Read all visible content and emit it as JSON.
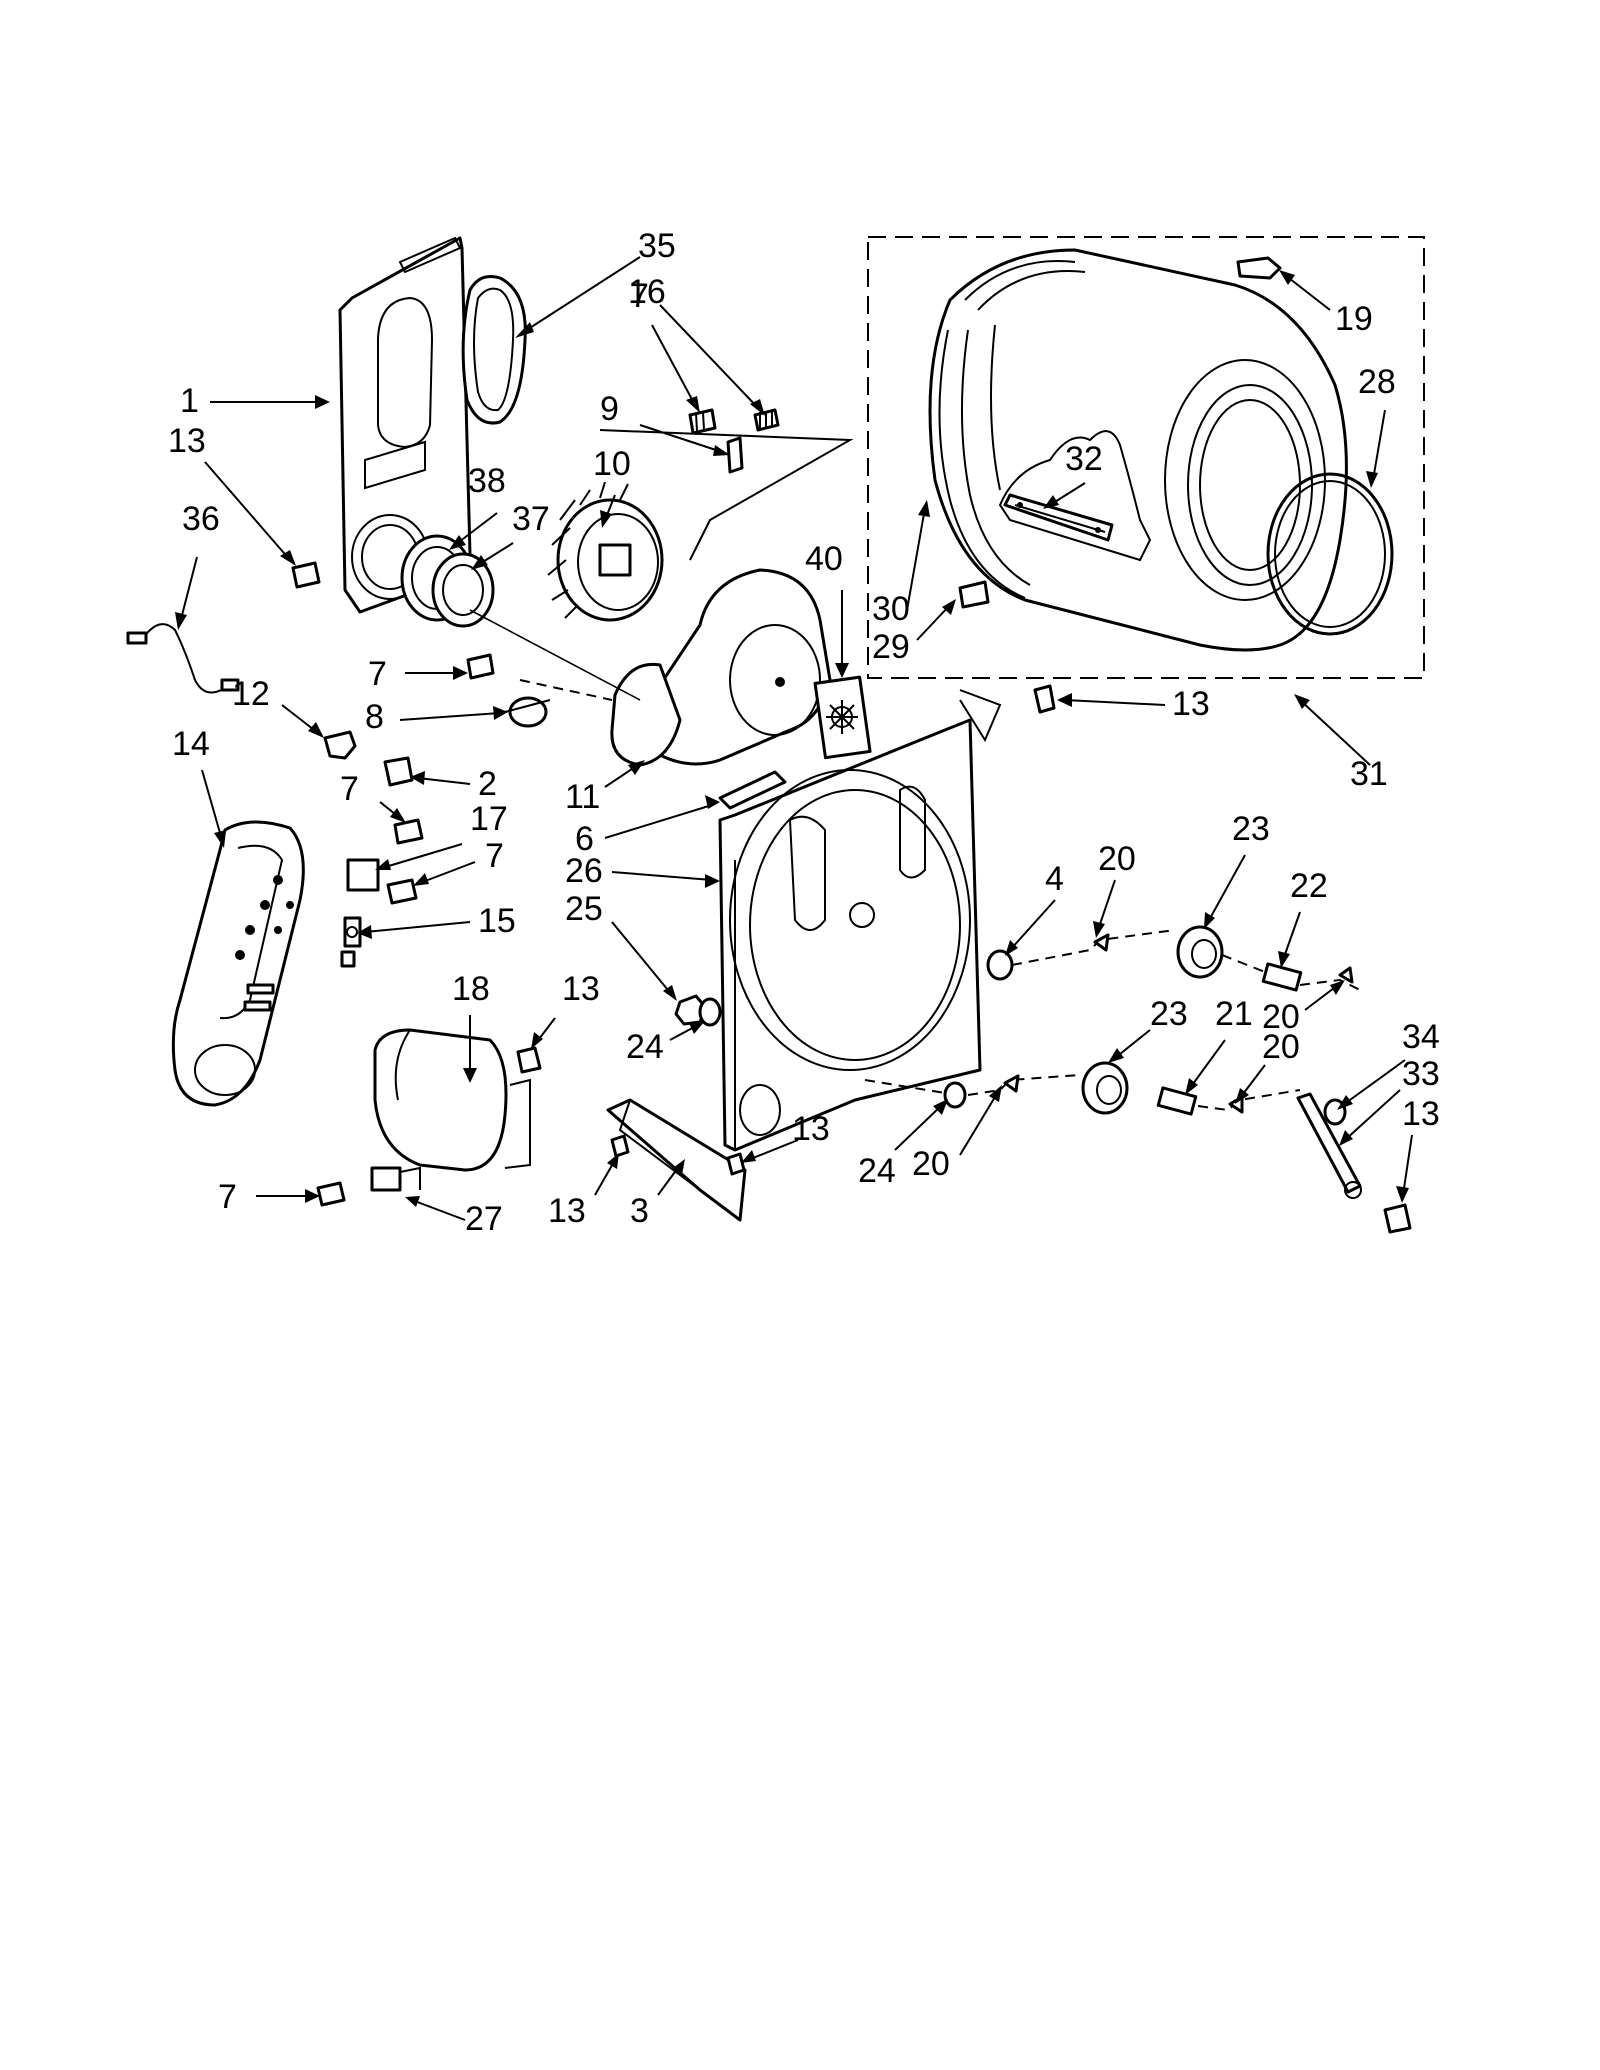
{
  "diagram": {
    "callouts": [
      {
        "id": "c35a",
        "label": "35"
      },
      {
        "id": "c16",
        "label": "16"
      },
      {
        "id": "c7a",
        "label": "7"
      },
      {
        "id": "c1",
        "label": "1"
      },
      {
        "id": "c13a",
        "label": "13"
      },
      {
        "id": "c9",
        "label": "9"
      },
      {
        "id": "c36",
        "label": "36"
      },
      {
        "id": "c38",
        "label": "38"
      },
      {
        "id": "c10",
        "label": "10"
      },
      {
        "id": "c37",
        "label": "37"
      },
      {
        "id": "c40",
        "label": "40"
      },
      {
        "id": "c7b",
        "label": "7"
      },
      {
        "id": "c8",
        "label": "8"
      },
      {
        "id": "c12",
        "label": "12"
      },
      {
        "id": "c2",
        "label": "2"
      },
      {
        "id": "c14",
        "label": "14"
      },
      {
        "id": "c11",
        "label": "11"
      },
      {
        "id": "c7c",
        "label": "7"
      },
      {
        "id": "c17",
        "label": "17"
      },
      {
        "id": "c6",
        "label": "6"
      },
      {
        "id": "c26",
        "label": "26"
      },
      {
        "id": "c7d",
        "label": "7"
      },
      {
        "id": "c15",
        "label": "15"
      },
      {
        "id": "c25",
        "label": "25"
      },
      {
        "id": "c18",
        "label": "18"
      },
      {
        "id": "c13b",
        "label": "13"
      },
      {
        "id": "c24a",
        "label": "24"
      },
      {
        "id": "c13c",
        "label": "13"
      },
      {
        "id": "c3",
        "label": "3"
      },
      {
        "id": "c13d",
        "label": "13"
      },
      {
        "id": "c7e",
        "label": "7"
      },
      {
        "id": "c27",
        "label": "27"
      },
      {
        "id": "c24b",
        "label": "24"
      },
      {
        "id": "c20a",
        "label": "20"
      },
      {
        "id": "c19",
        "label": "19"
      },
      {
        "id": "c28",
        "label": "28"
      },
      {
        "id": "c32",
        "label": "32"
      },
      {
        "id": "c30",
        "label": "30"
      },
      {
        "id": "c29",
        "label": "29"
      },
      {
        "id": "c13e",
        "label": "13"
      },
      {
        "id": "c31",
        "label": "31"
      },
      {
        "id": "c20b",
        "label": "20"
      },
      {
        "id": "c23a",
        "label": "23"
      },
      {
        "id": "c4",
        "label": "4"
      },
      {
        "id": "c22",
        "label": "22"
      },
      {
        "id": "c20c",
        "label": "20"
      },
      {
        "id": "c23b",
        "label": "23"
      },
      {
        "id": "c21",
        "label": "21"
      },
      {
        "id": "c20d",
        "label": "20"
      },
      {
        "id": "c34",
        "label": "34"
      },
      {
        "id": "c33",
        "label": "33"
      },
      {
        "id": "c13f",
        "label": "13"
      }
    ]
  }
}
